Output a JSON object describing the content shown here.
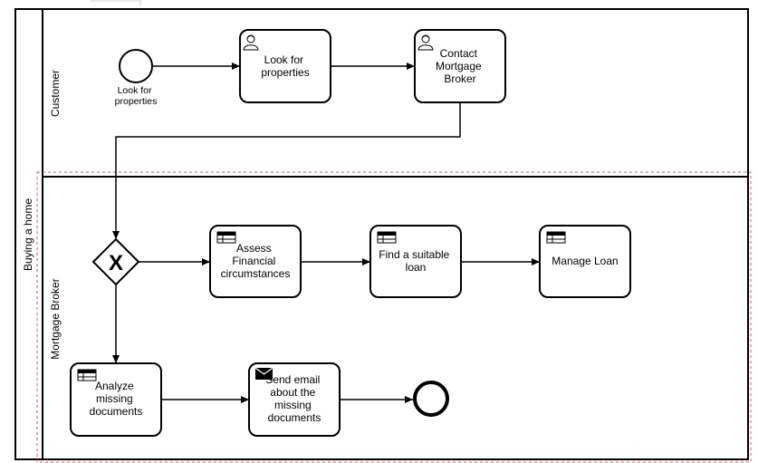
{
  "pool": {
    "label": "Buying a home"
  },
  "lanes": {
    "customer": {
      "label": "Customer"
    },
    "broker": {
      "label": "Mortgage Broker"
    }
  },
  "start_event": {
    "label_lines": [
      "Look for",
      "properties"
    ]
  },
  "tasks": {
    "look_for_properties": {
      "type": "user",
      "lines": [
        "Look for",
        "properties"
      ]
    },
    "contact_broker": {
      "type": "user",
      "lines": [
        "Contact",
        "Mortgage",
        "Broker"
      ]
    },
    "assess": {
      "type": "business-rule",
      "lines": [
        "Assess",
        "Financial",
        "circumstances"
      ]
    },
    "find_loan": {
      "type": "business-rule",
      "lines": [
        "Find a suitable",
        "loan"
      ]
    },
    "manage_loan": {
      "type": "business-rule",
      "lines": [
        "Manage Loan"
      ]
    },
    "analyze": {
      "type": "business-rule",
      "lines": [
        "Analyze",
        "missing",
        "documents"
      ]
    },
    "send_email": {
      "type": "send",
      "lines": [
        "Send email",
        "about the",
        "missing",
        "documents"
      ]
    }
  },
  "gateway": {
    "type": "exclusive",
    "symbol": "X"
  },
  "end_event": {
    "type": "end"
  },
  "colors": {
    "selection_outline": "#e05050",
    "stroke": "#000000"
  }
}
